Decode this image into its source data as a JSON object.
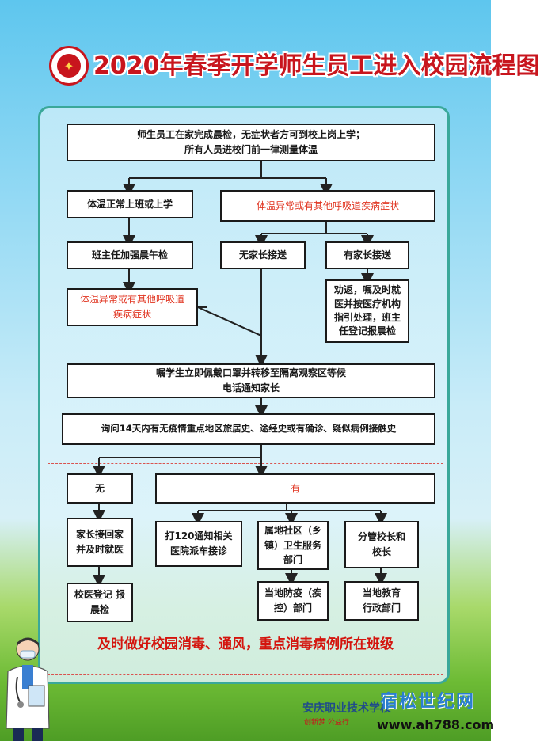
{
  "header": {
    "logo_text": "",
    "title": "2020年春季开学师生员工进入校园流程图"
  },
  "flow": {
    "step1_line1": "师生员工在家完成晨检，无症状者方可到校上岗上学；",
    "step1_line2": "所有人员进校门前一律测量体温",
    "temp_normal": "体温正常上班或上学",
    "temp_abnormal": "体温异常或有其他呼吸道疾病症状",
    "teacher_check": "班主任加强晨午检",
    "afternoon_abnormal_line1": "体温异常或有其他呼吸道",
    "afternoon_abnormal_line2": "疾病症状",
    "no_parent": "无家长接送",
    "has_parent": "有家长接送",
    "parent_advice_line1": "劝返，嘱及时就",
    "parent_advice_line2": "医并按医疗机构",
    "parent_advice_line3": "指引处理，班主",
    "parent_advice_line4": "任登记报晨检",
    "isolate_line1": "嘱学生立即佩戴口罩并转移至隔离观察区等候",
    "isolate_line2": "电话通知家长",
    "inquiry": "询问14天内有无疫情重点地区旅居史、途经史或有确诊、疑似病例接触史",
    "answer_no": "无",
    "answer_yes": "有",
    "pickup_line1": "家长接回家",
    "pickup_line2": "并及时就医",
    "register_line1": "校医登记 报",
    "register_line2": "晨检",
    "call120_line1": "打120通知相关",
    "call120_line2": "医院派车接诊",
    "community_line1": "属地社区（乡",
    "community_line2": "镇）卫生服务",
    "community_line3": "部门",
    "cdc_line1": "当地防疫（疾",
    "cdc_line2": "控）部门",
    "principal_line1": "分管校长和",
    "principal_line2": "校长",
    "education_line1": "当地教育",
    "education_line2": "行政部门"
  },
  "banner": "及时做好校园消毒、通风，重点消毒病例所在班级",
  "footer": {
    "school_name": "安庆职业技术学校",
    "slogan": "创新梦 公益行",
    "watermark_brand": "宿松世纪网",
    "watermark_url": "www.ah788.com"
  },
  "colors": {
    "title_red": "#c8151d",
    "alert_red": "#e0321e",
    "panel_border": "#3aa89a"
  }
}
